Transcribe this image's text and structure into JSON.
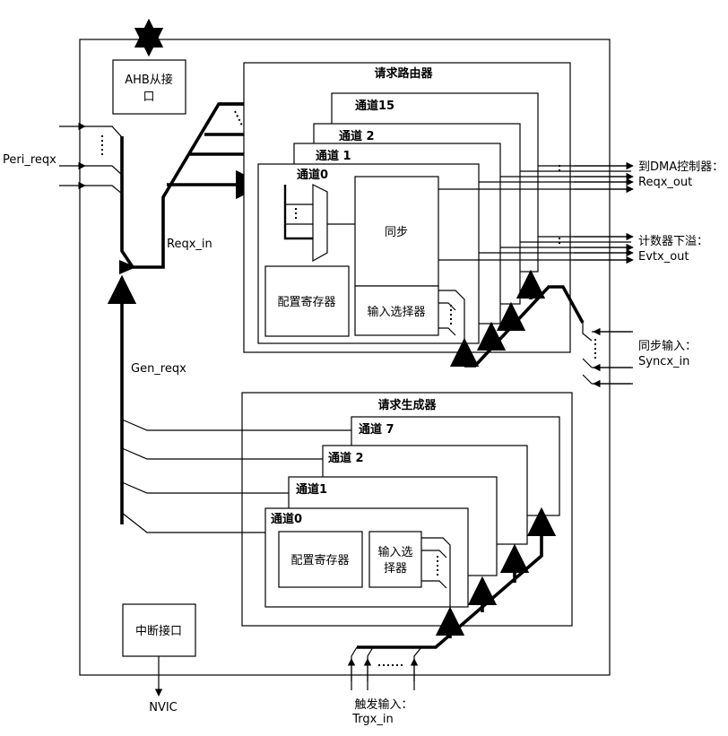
{
  "ahb_slave": [
    "AHB从接",
    "口"
  ],
  "periph_request_in": "Peri_reqx",
  "request_in_label": "Reqx_in",
  "generator_request_label": "Gen_reqx",
  "request_router": {
    "title": "请求路由器",
    "channels": [
      "通道15",
      "通道 2",
      "通道 1",
      "通道0"
    ],
    "sync_block": "同步",
    "config_register": "配置寄存器",
    "input_selector": "输入选择器"
  },
  "outputs": {
    "to_dma_controller": "到DMA控制器：",
    "request_out": "Reqx_out",
    "counter_underflow": "计数器下溢：",
    "event_out": "Evtx_out",
    "sync_input": "同步输入：",
    "sync_in": "Syncx_in"
  },
  "request_generator": {
    "title": "请求生成器",
    "channels": [
      "通道 7",
      "通道 2",
      "通道1",
      "通道0"
    ],
    "config_register": "配置寄存器",
    "input_selector": [
      "输入选",
      "择器"
    ]
  },
  "interrupt_interface": "中断接口",
  "nvic": "NVIC",
  "trigger_input": "触发输入：",
  "trigger_in": "Trgx_in"
}
